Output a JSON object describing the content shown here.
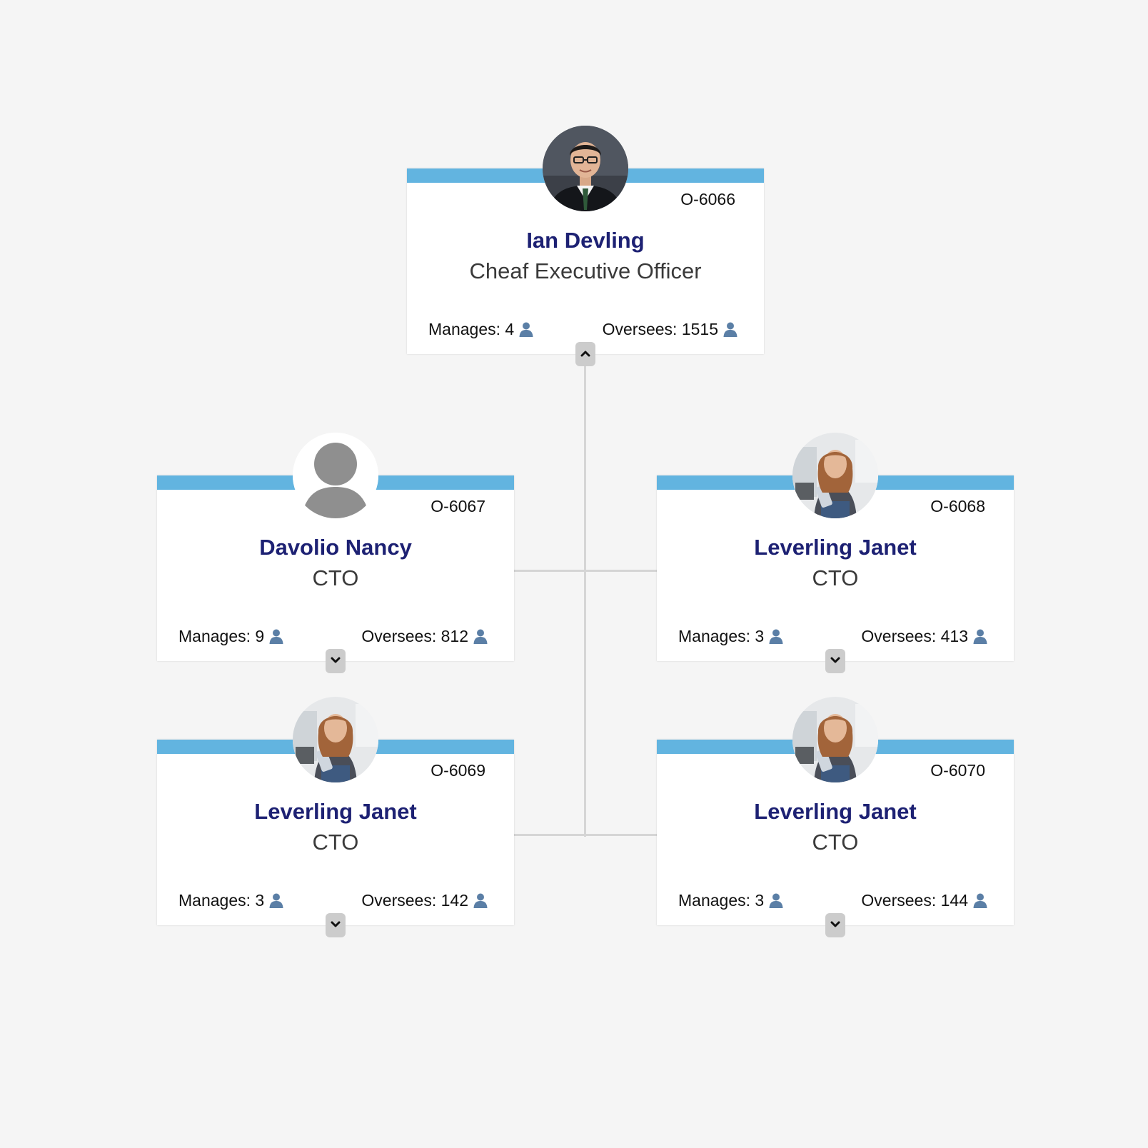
{
  "nodes": [
    {
      "id": "O-6066",
      "name": "Ian Devling",
      "title": "Cheaf Executive Officer",
      "manages_label": "Manages: 4",
      "oversees_label": "Oversees: 1515",
      "avatar": "man-in-suit-photo",
      "toggle": "collapse"
    },
    {
      "id": "O-6067",
      "name": "Davolio Nancy",
      "title": "CTO",
      "manages_label": "Manages: 9",
      "oversees_label": "Oversees: 812",
      "avatar": "default-user-silhouette",
      "toggle": "expand"
    },
    {
      "id": "O-6068",
      "name": "Leverling Janet",
      "title": "CTO",
      "manages_label": "Manages: 3",
      "oversees_label": "Oversees: 413",
      "avatar": "woman-with-folder-photo",
      "toggle": "expand"
    },
    {
      "id": "O-6069",
      "name": "Leverling Janet",
      "title": "CTO",
      "manages_label": "Manages: 3",
      "oversees_label": "Oversees: 142",
      "avatar": "woman-with-folder-photo",
      "toggle": "expand"
    },
    {
      "id": "O-6070",
      "name": "Leverling Janet",
      "title": "CTO",
      "manages_label": "Manages: 3",
      "oversees_label": "Oversees: 144",
      "avatar": "woman-with-folder-photo",
      "toggle": "expand"
    }
  ],
  "colors": {
    "background": "#f5f5f5",
    "card_accent": "#62b4e0",
    "name": "#1d2173",
    "title": "#3a3a3a",
    "connector": "#d5d5d5",
    "person_icon": "#5b7fa6",
    "toggle_button": "#cccccc"
  },
  "icons": {
    "stat_icon": "person-icon",
    "collapse_icon": "chevron-up-icon",
    "expand_icon": "chevron-down-icon"
  }
}
